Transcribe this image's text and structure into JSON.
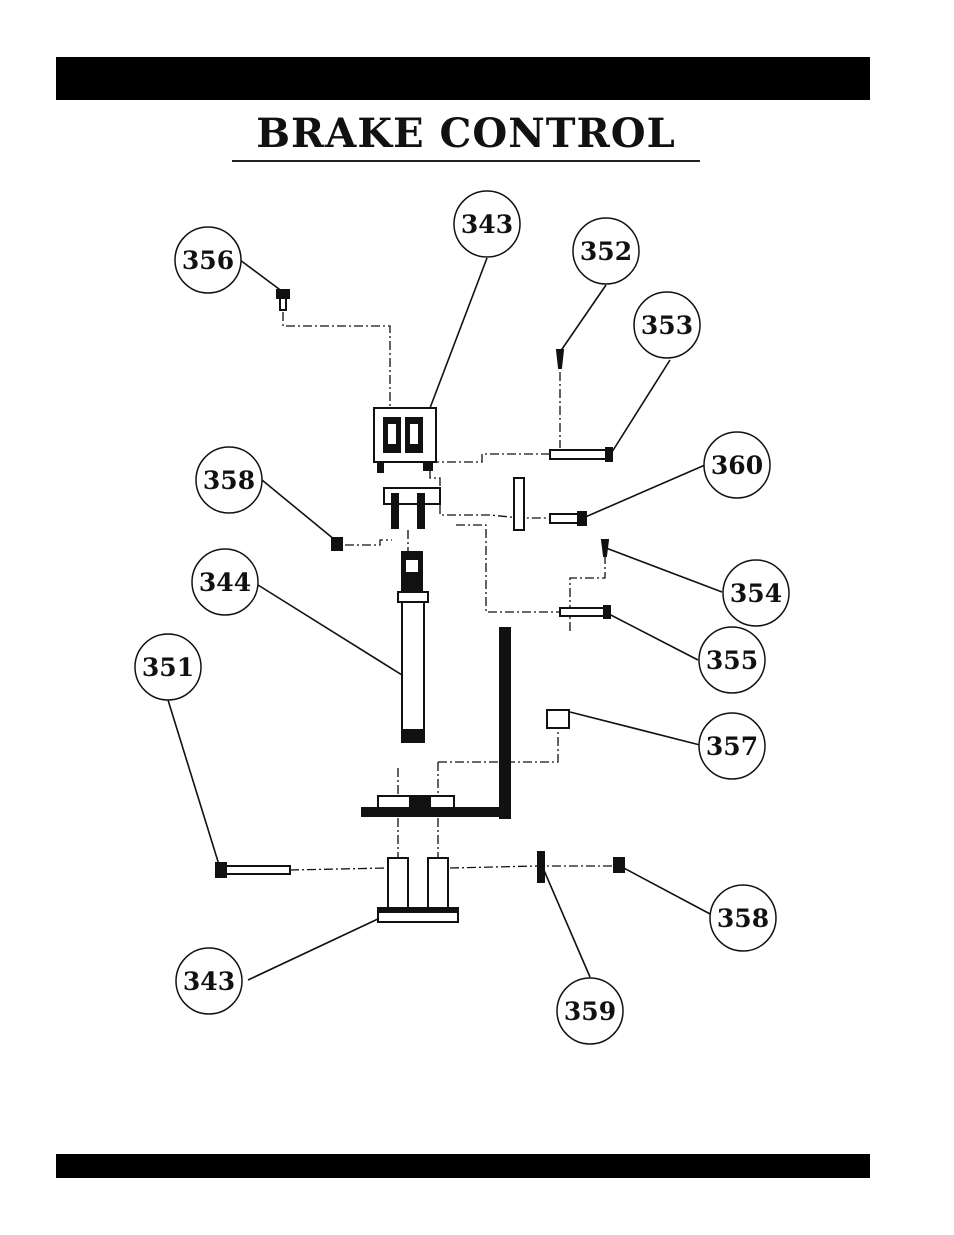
{
  "title": "BRAKE CONTROL",
  "callouts": [
    {
      "id": "c1",
      "label": "356"
    },
    {
      "id": "c2",
      "label": "343"
    },
    {
      "id": "c3",
      "label": "352"
    },
    {
      "id": "c4",
      "label": "353"
    },
    {
      "id": "c5",
      "label": "358"
    },
    {
      "id": "c6",
      "label": "360"
    },
    {
      "id": "c7",
      "label": "344"
    },
    {
      "id": "c8",
      "label": "354"
    },
    {
      "id": "c9",
      "label": "351"
    },
    {
      "id": "c10",
      "label": "355"
    },
    {
      "id": "c11",
      "label": "357"
    },
    {
      "id": "c12",
      "label": "358"
    },
    {
      "id": "c13",
      "label": "343"
    },
    {
      "id": "c14",
      "label": "359"
    }
  ]
}
